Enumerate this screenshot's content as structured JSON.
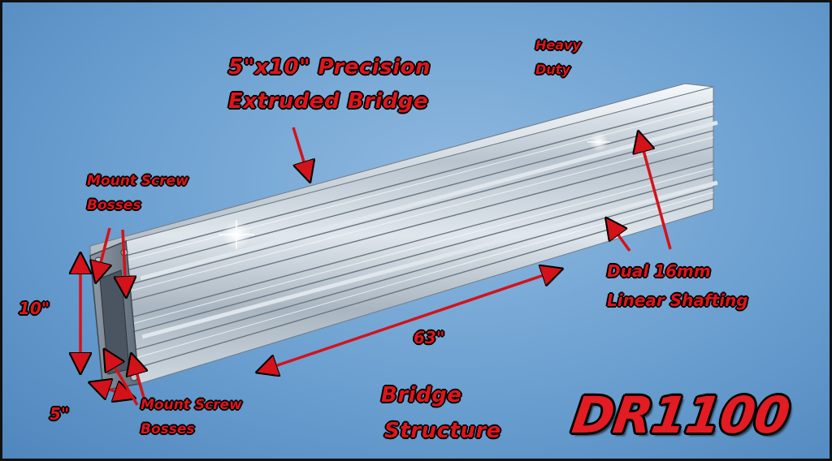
{
  "labels": {
    "title_line1": "5\"x10\" Precision",
    "title_line2": "Extruded Bridge",
    "heavy_line1": "Heavy",
    "heavy_line2": "Duty",
    "mount_top_line1": "Mount Screw",
    "mount_top_line2": "Bosses",
    "mount_bottom_line1": "Mount Screw",
    "mount_bottom_line2": "Bosses",
    "height": "10\"",
    "width": "5\"",
    "length": "63\"",
    "shafting_line1": "Dual 16mm",
    "shafting_line2": "Linear Shafting",
    "structure_line1": "Bridge",
    "structure_line2": "Structure",
    "logo": "DR1100"
  },
  "colors": {
    "label_red": "#e0141b",
    "background_blue": "#6a9fd0",
    "aluminum": "#c9d3dc"
  }
}
